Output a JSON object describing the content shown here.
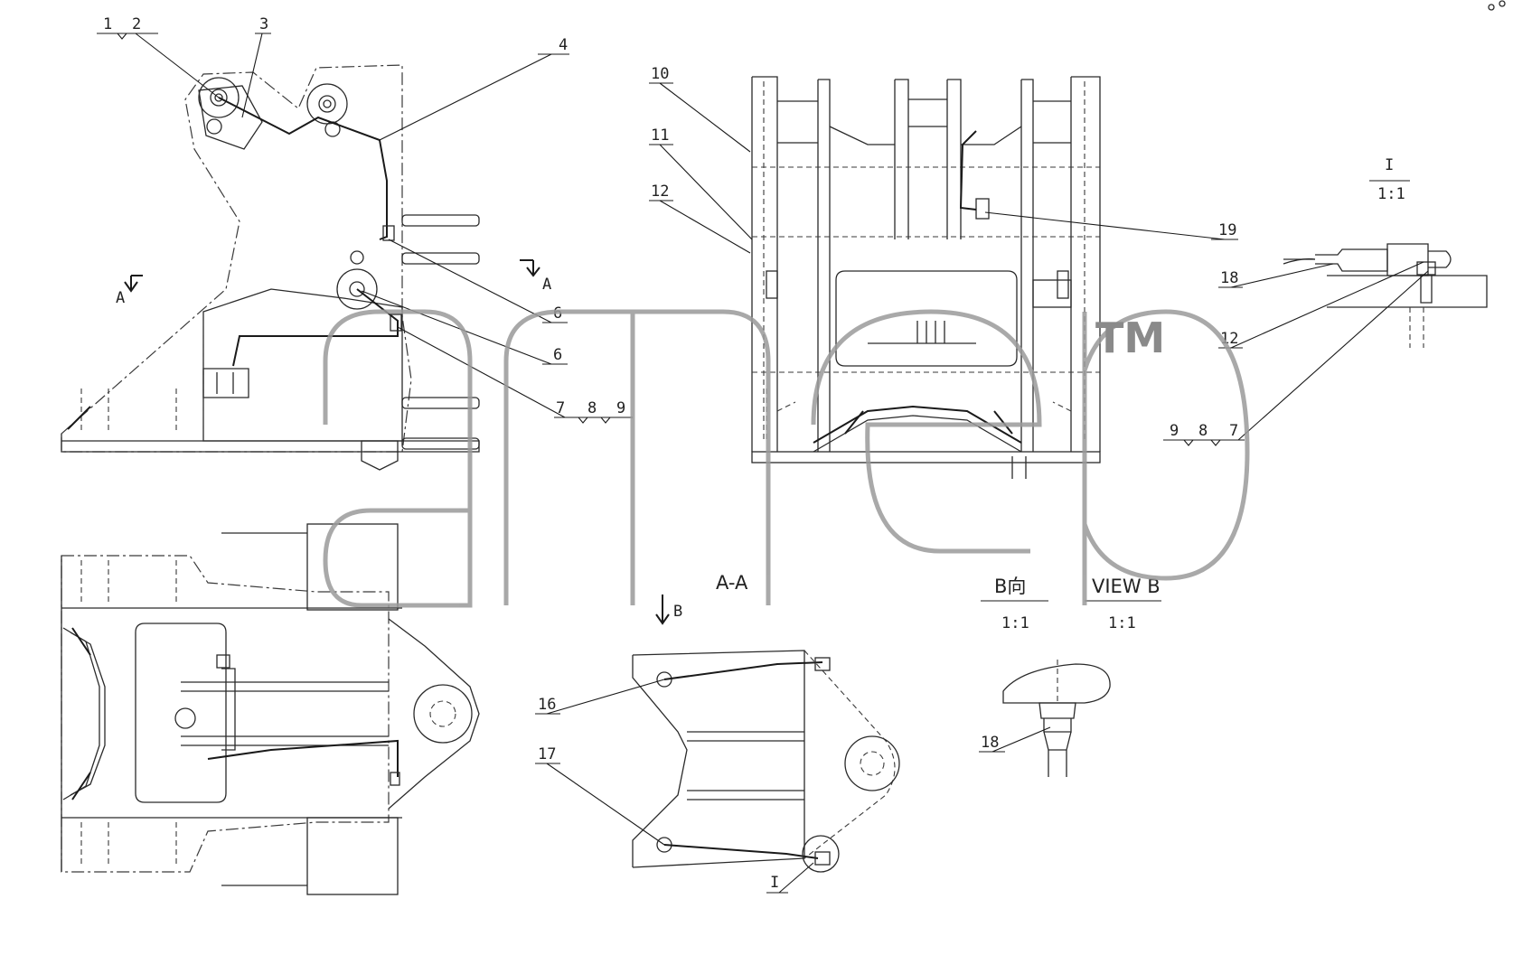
{
  "watermark": {
    "text": "TM"
  },
  "callouts": {
    "c1": "1",
    "c2": "2",
    "c3": "3",
    "c4": "4",
    "c6a": "6",
    "c6b": "6",
    "c7": "7",
    "c8": "8",
    "c9": "9",
    "c10": "10",
    "c11": "11",
    "c12a": "12",
    "c12b": "12",
    "c16": "16",
    "c17": "17",
    "c18a": "18",
    "c18b": "18",
    "c19": "19",
    "r9": "9",
    "r8": "8",
    "r7": "7",
    "cI": "I"
  },
  "section_marks": {
    "a_left": "A",
    "a_right": "A",
    "b": "B"
  },
  "view_titles": {
    "section_aa": "A-A",
    "detail_i": "I",
    "detail_i_scale": "1:1",
    "view_b_cn": "B向",
    "view_b_cn_scale": "1:1",
    "view_b_en": "VIEW B",
    "view_b_en_scale": "1:1"
  },
  "colors": {
    "line": "#2a2a2a",
    "watermark": "#9a9a9a",
    "background": "#ffffff"
  }
}
